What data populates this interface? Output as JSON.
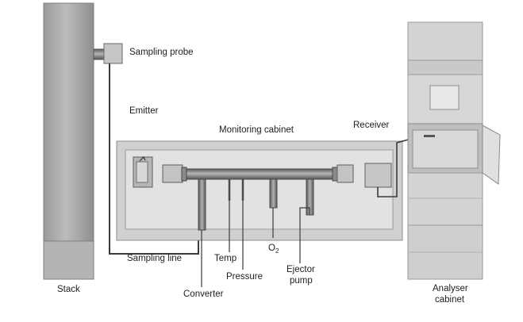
{
  "labels": {
    "sampling_probe": "Sampling probe",
    "emitter": "Emitter",
    "monitoring_cabinet": "Monitoring cabinet",
    "receiver": "Receiver",
    "sampling_line": "Sampling line",
    "temp": "Temp",
    "pressure": "Pressure",
    "o2_main": "O",
    "o2_sub": "2",
    "ejector_line1": "Ejector",
    "ejector_line2": "pump",
    "stack": "Stack",
    "analyser_line1": "Analyser",
    "analyser_line2": "cabinet",
    "converter": "Converter"
  },
  "colors": {
    "stack": "#a9a9a9",
    "stack_base": "#bdbdbd",
    "cabinet": "#d2d2d2",
    "cabinet_inner": "#e4e4e4",
    "pipe": "#7a7a7a",
    "line": "#3a3a3a",
    "analyser": "#cfcfcf"
  }
}
